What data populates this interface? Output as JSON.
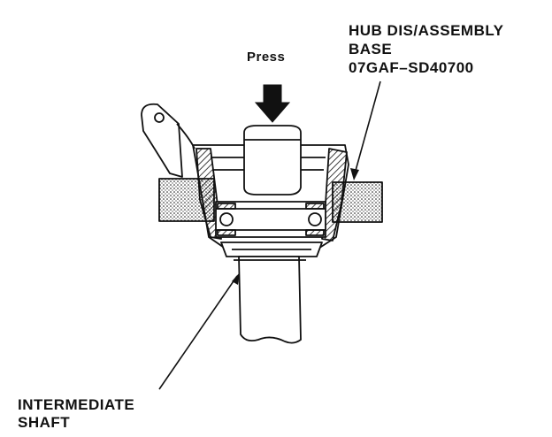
{
  "labels": {
    "press": "Press",
    "tool": {
      "line1": "HUB DIS/ASSEMBLY",
      "line2": "BASE",
      "line3": "07GAF–SD40700"
    },
    "shaft": {
      "line1": "INTERMEDIATE",
      "line2": "SHAFT"
    }
  },
  "colors": {
    "ink": "#111111",
    "background": "#ffffff"
  }
}
